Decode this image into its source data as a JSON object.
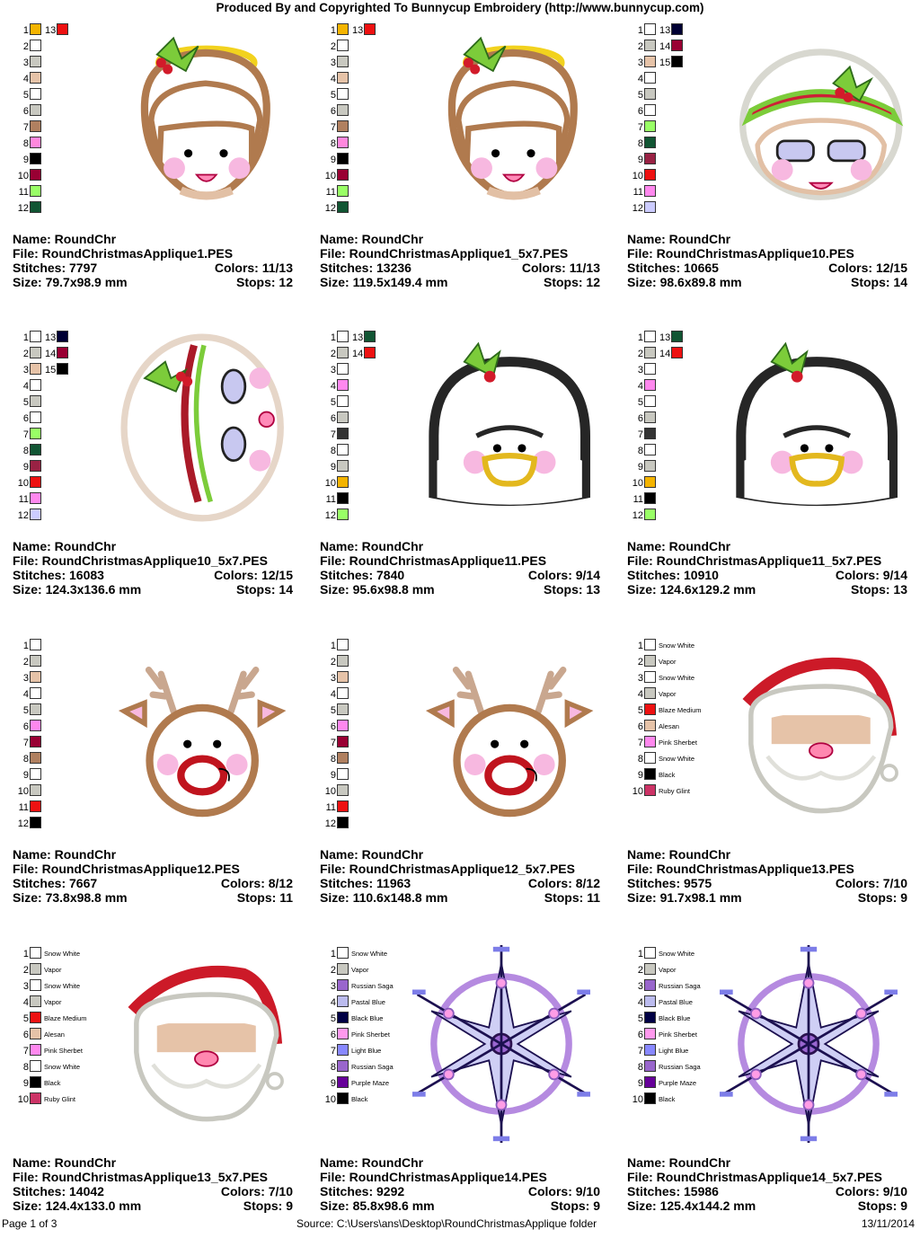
{
  "header": {
    "title": "Produced By and Copyrighted To Bunnycup Embroidery (http://www.bunnycup.com)"
  },
  "footer": {
    "page": "Page 1 of 3",
    "source": "Source: C:\\Users\\ans\\Desktop\\RoundChristmasApplique folder",
    "date": "13/11/2014"
  },
  "designs": [
    {
      "name_label": "Name: RoundChr",
      "file": "File: RoundChristmasApplique1.PES",
      "stitches": "Stitches: 7797",
      "colors": "Colors: 11/13",
      "size": "Size: 79.7x98.9 mm",
      "stops": "Stops: 12",
      "art": "angel",
      "swatches": [
        {
          "n": "1",
          "c": "#f4b400",
          "n2": "13",
          "c2": "#ee1111"
        },
        {
          "n": "2",
          "c": "#ffffff"
        },
        {
          "n": "3",
          "c": "#c8c8c0"
        },
        {
          "n": "4",
          "c": "#e6c3a8"
        },
        {
          "n": "5",
          "c": "#ffffff"
        },
        {
          "n": "6",
          "c": "#c8c8c0"
        },
        {
          "n": "7",
          "c": "#b08060"
        },
        {
          "n": "8",
          "c": "#ff88dd"
        },
        {
          "n": "9",
          "c": "#000000"
        },
        {
          "n": "10",
          "c": "#990033"
        },
        {
          "n": "11",
          "c": "#99ff66"
        },
        {
          "n": "12",
          "c": "#115533"
        }
      ]
    },
    {
      "name_label": "Name: RoundChr",
      "file": "File: RoundChristmasApplique1_5x7.PES",
      "stitches": "Stitches: 13236",
      "colors": "Colors: 11/13",
      "size": "Size: 119.5x149.4 mm",
      "stops": "Stops: 12",
      "art": "angel",
      "swatches": [
        {
          "n": "1",
          "c": "#f4b400",
          "n2": "13",
          "c2": "#ee1111"
        },
        {
          "n": "2",
          "c": "#ffffff"
        },
        {
          "n": "3",
          "c": "#c8c8c0"
        },
        {
          "n": "4",
          "c": "#e6c3a8"
        },
        {
          "n": "5",
          "c": "#ffffff"
        },
        {
          "n": "6",
          "c": "#c8c8c0"
        },
        {
          "n": "7",
          "c": "#b08060"
        },
        {
          "n": "8",
          "c": "#ff88dd"
        },
        {
          "n": "9",
          "c": "#000000"
        },
        {
          "n": "10",
          "c": "#990033"
        },
        {
          "n": "11",
          "c": "#99ff66"
        },
        {
          "n": "12",
          "c": "#115533"
        }
      ]
    },
    {
      "name_label": "Name: RoundChr",
      "file": "File: RoundChristmasApplique10.PES",
      "stitches": "Stitches: 10665",
      "colors": "Colors: 12/15",
      "size": "Size: 98.6x89.8 mm",
      "stops": "Stops: 14",
      "art": "mrsclaus",
      "swatches": [
        {
          "n": "1",
          "c": "#ffffff",
          "n2": "13",
          "c2": "#000033"
        },
        {
          "n": "2",
          "c": "#c8c8c0",
          "n2": "14",
          "c2": "#990033"
        },
        {
          "n": "3",
          "c": "#e6c3a8",
          "n2": "15",
          "c2": "#000000"
        },
        {
          "n": "4",
          "c": "#ffffff"
        },
        {
          "n": "5",
          "c": "#c8c8c0"
        },
        {
          "n": "6",
          "c": "#ffffff"
        },
        {
          "n": "7",
          "c": "#99ff66"
        },
        {
          "n": "8",
          "c": "#115533"
        },
        {
          "n": "9",
          "c": "#992244"
        },
        {
          "n": "10",
          "c": "#ee1111"
        },
        {
          "n": "11",
          "c": "#ff88ee"
        },
        {
          "n": "12",
          "c": "#ccccff"
        }
      ]
    },
    {
      "name_label": "Name: RoundChr",
      "file": "File: RoundChristmasApplique10_5x7.PES",
      "stitches": "Stitches: 16083",
      "colors": "Colors: 12/15",
      "size": "Size: 124.3x136.6 mm",
      "stops": "Stops: 14",
      "art": "mrsclaus-side",
      "swatches": [
        {
          "n": "1",
          "c": "#ffffff",
          "n2": "13",
          "c2": "#000033"
        },
        {
          "n": "2",
          "c": "#c8c8c0",
          "n2": "14",
          "c2": "#990033"
        },
        {
          "n": "3",
          "c": "#e6c3a8",
          "n2": "15",
          "c2": "#000000"
        },
        {
          "n": "4",
          "c": "#ffffff"
        },
        {
          "n": "5",
          "c": "#c8c8c0"
        },
        {
          "n": "6",
          "c": "#ffffff"
        },
        {
          "n": "7",
          "c": "#99ff66"
        },
        {
          "n": "8",
          "c": "#115533"
        },
        {
          "n": "9",
          "c": "#992244"
        },
        {
          "n": "10",
          "c": "#ee1111"
        },
        {
          "n": "11",
          "c": "#ff88ee"
        },
        {
          "n": "12",
          "c": "#ccccff"
        }
      ]
    },
    {
      "name_label": "Name: RoundChr",
      "file": "File: RoundChristmasApplique11.PES",
      "stitches": "Stitches: 7840",
      "colors": "Colors: 9/14",
      "size": "Size: 95.6x98.8 mm",
      "stops": "Stops: 13",
      "art": "penguin",
      "swatches": [
        {
          "n": "1",
          "c": "#ffffff",
          "n2": "13",
          "c2": "#115533"
        },
        {
          "n": "2",
          "c": "#c8c8c0",
          "n2": "14",
          "c2": "#ee1111"
        },
        {
          "n": "3",
          "c": "#ffffff"
        },
        {
          "n": "4",
          "c": "#ff88ee"
        },
        {
          "n": "5",
          "c": "#ffffff"
        },
        {
          "n": "6",
          "c": "#c8c8c0"
        },
        {
          "n": "7",
          "c": "#333333"
        },
        {
          "n": "8",
          "c": "#ffffff"
        },
        {
          "n": "9",
          "c": "#c8c8c0"
        },
        {
          "n": "10",
          "c": "#f4b400"
        },
        {
          "n": "11",
          "c": "#000000"
        },
        {
          "n": "12",
          "c": "#99ff66"
        }
      ]
    },
    {
      "name_label": "Name: RoundChr",
      "file": "File: RoundChristmasApplique11_5x7.PES",
      "stitches": "Stitches: 10910",
      "colors": "Colors: 9/14",
      "size": "Size: 124.6x129.2 mm",
      "stops": "Stops: 13",
      "art": "penguin",
      "swatches": [
        {
          "n": "1",
          "c": "#ffffff",
          "n2": "13",
          "c2": "#115533"
        },
        {
          "n": "2",
          "c": "#c8c8c0",
          "n2": "14",
          "c2": "#ee1111"
        },
        {
          "n": "3",
          "c": "#ffffff"
        },
        {
          "n": "4",
          "c": "#ff88ee"
        },
        {
          "n": "5",
          "c": "#ffffff"
        },
        {
          "n": "6",
          "c": "#c8c8c0"
        },
        {
          "n": "7",
          "c": "#333333"
        },
        {
          "n": "8",
          "c": "#ffffff"
        },
        {
          "n": "9",
          "c": "#c8c8c0"
        },
        {
          "n": "10",
          "c": "#f4b400"
        },
        {
          "n": "11",
          "c": "#000000"
        },
        {
          "n": "12",
          "c": "#99ff66"
        }
      ]
    },
    {
      "name_label": "Name: RoundChr",
      "file": "File: RoundChristmasApplique12.PES",
      "stitches": "Stitches: 7667",
      "colors": "Colors: 8/12",
      "size": "Size: 73.8x98.8 mm",
      "stops": "Stops: 11",
      "art": "reindeer",
      "swatches": [
        {
          "n": "1",
          "c": "#ffffff"
        },
        {
          "n": "2",
          "c": "#c8c8c0"
        },
        {
          "n": "3",
          "c": "#e6c3a8"
        },
        {
          "n": "4",
          "c": "#ffffff"
        },
        {
          "n": "5",
          "c": "#c8c8c0"
        },
        {
          "n": "6",
          "c": "#ff88ee"
        },
        {
          "n": "7",
          "c": "#990033"
        },
        {
          "n": "8",
          "c": "#b08060"
        },
        {
          "n": "9",
          "c": "#ffffff"
        },
        {
          "n": "10",
          "c": "#c8c8c0"
        },
        {
          "n": "11",
          "c": "#ee1111"
        },
        {
          "n": "12",
          "c": "#000000"
        }
      ]
    },
    {
      "name_label": "Name: RoundChr",
      "file": "File: RoundChristmasApplique12_5x7.PES",
      "stitches": "Stitches: 11963",
      "colors": "Colors: 8/12",
      "size": "Size: 110.6x148.8 mm",
      "stops": "Stops: 11",
      "art": "reindeer",
      "swatches": [
        {
          "n": "1",
          "c": "#ffffff"
        },
        {
          "n": "2",
          "c": "#c8c8c0"
        },
        {
          "n": "3",
          "c": "#e6c3a8"
        },
        {
          "n": "4",
          "c": "#ffffff"
        },
        {
          "n": "5",
          "c": "#c8c8c0"
        },
        {
          "n": "6",
          "c": "#ff88ee"
        },
        {
          "n": "7",
          "c": "#990033"
        },
        {
          "n": "8",
          "c": "#b08060"
        },
        {
          "n": "9",
          "c": "#ffffff"
        },
        {
          "n": "10",
          "c": "#c8c8c0"
        },
        {
          "n": "11",
          "c": "#ee1111"
        },
        {
          "n": "12",
          "c": "#000000"
        }
      ]
    },
    {
      "name_label": "Name: RoundChr",
      "file": "File: RoundChristmasApplique13.PES",
      "stitches": "Stitches: 9575",
      "colors": "Colors: 7/10",
      "size": "Size: 91.7x98.1 mm",
      "stops": "Stops: 9",
      "art": "santa",
      "swatches": [
        {
          "n": "1",
          "c": "#ffffff",
          "name": "Snow White"
        },
        {
          "n": "2",
          "c": "#c8c8c0",
          "name": "Vapor"
        },
        {
          "n": "3",
          "c": "#ffffff",
          "name": "Snow White"
        },
        {
          "n": "4",
          "c": "#c8c8c0",
          "name": "Vapor"
        },
        {
          "n": "5",
          "c": "#ee1111",
          "name": "Blaze Medium"
        },
        {
          "n": "6",
          "c": "#e6c3a8",
          "name": "Alesan"
        },
        {
          "n": "7",
          "c": "#ff88ee",
          "name": "Pink Sherbet"
        },
        {
          "n": "8",
          "c": "#ffffff",
          "name": "Snow White"
        },
        {
          "n": "9",
          "c": "#000000",
          "name": "Black"
        },
        {
          "n": "10",
          "c": "#cc3366",
          "name": "Ruby Glint"
        }
      ]
    },
    {
      "name_label": "Name: RoundChr",
      "file": "File: RoundChristmasApplique13_5x7.PES",
      "stitches": "Stitches: 14042",
      "colors": "Colors: 7/10",
      "size": "Size: 124.4x133.0 mm",
      "stops": "Stops: 9",
      "art": "santa",
      "swatches": [
        {
          "n": "1",
          "c": "#ffffff",
          "name": "Snow White"
        },
        {
          "n": "2",
          "c": "#c8c8c0",
          "name": "Vapor"
        },
        {
          "n": "3",
          "c": "#ffffff",
          "name": "Snow White"
        },
        {
          "n": "4",
          "c": "#c8c8c0",
          "name": "Vapor"
        },
        {
          "n": "5",
          "c": "#ee1111",
          "name": "Blaze Medium"
        },
        {
          "n": "6",
          "c": "#e6c3a8",
          "name": "Alesan"
        },
        {
          "n": "7",
          "c": "#ff88ee",
          "name": "Pink Sherbet"
        },
        {
          "n": "8",
          "c": "#ffffff",
          "name": "Snow White"
        },
        {
          "n": "9",
          "c": "#000000",
          "name": "Black"
        },
        {
          "n": "10",
          "c": "#cc3366",
          "name": "Ruby Glint"
        }
      ]
    },
    {
      "name_label": "Name: RoundChr",
      "file": "File: RoundChristmasApplique14.PES",
      "stitches": "Stitches: 9292",
      "colors": "Colors: 9/10",
      "size": "Size: 85.8x98.6 mm",
      "stops": "Stops: 9",
      "art": "snowflake",
      "swatches": [
        {
          "n": "1",
          "c": "#ffffff",
          "name": "Snow White"
        },
        {
          "n": "2",
          "c": "#c8c8c0",
          "name": "Vapor"
        },
        {
          "n": "3",
          "c": "#9966cc",
          "name": "Russian Saga"
        },
        {
          "n": "4",
          "c": "#bbbbee",
          "name": "Pastal Blue"
        },
        {
          "n": "5",
          "c": "#000044",
          "name": "Black Blue"
        },
        {
          "n": "6",
          "c": "#ff99ee",
          "name": "Pink Sherbet"
        },
        {
          "n": "7",
          "c": "#8888ff",
          "name": "Light Blue"
        },
        {
          "n": "8",
          "c": "#9966cc",
          "name": "Russian Saga"
        },
        {
          "n": "9",
          "c": "#660099",
          "name": "Purple Maze"
        },
        {
          "n": "10",
          "c": "#000000",
          "name": "Black"
        }
      ]
    },
    {
      "name_label": "Name: RoundChr",
      "file": "File: RoundChristmasApplique14_5x7.PES",
      "stitches": "Stitches: 15986",
      "colors": "Colors: 9/10",
      "size": "Size: 125.4x144.2 mm",
      "stops": "Stops: 9",
      "art": "snowflake",
      "swatches": [
        {
          "n": "1",
          "c": "#ffffff",
          "name": "Snow White"
        },
        {
          "n": "2",
          "c": "#c8c8c0",
          "name": "Vapor"
        },
        {
          "n": "3",
          "c": "#9966cc",
          "name": "Russian Saga"
        },
        {
          "n": "4",
          "c": "#bbbbee",
          "name": "Pastal Blue"
        },
        {
          "n": "5",
          "c": "#000044",
          "name": "Black Blue"
        },
        {
          "n": "6",
          "c": "#ff99ee",
          "name": "Pink Sherbet"
        },
        {
          "n": "7",
          "c": "#8888ff",
          "name": "Light Blue"
        },
        {
          "n": "8",
          "c": "#9966cc",
          "name": "Russian Saga"
        },
        {
          "n": "9",
          "c": "#660099",
          "name": "Purple Maze"
        },
        {
          "n": "10",
          "c": "#000000",
          "name": "Black"
        }
      ]
    }
  ]
}
